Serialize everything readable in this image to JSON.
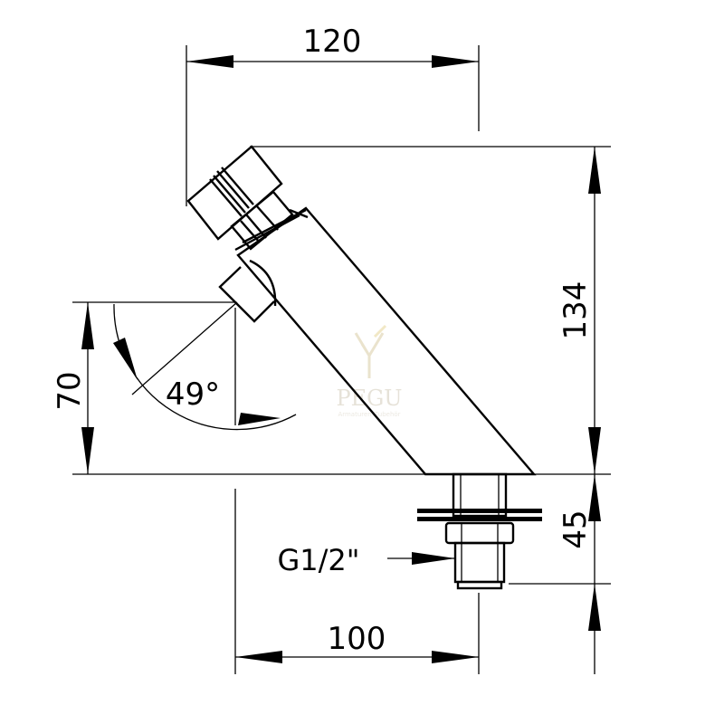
{
  "dimensions": {
    "top_width": "120",
    "total_height": "134",
    "outlet_height": "70",
    "thread_length": "45",
    "bottom_width": "100",
    "angle": "49°"
  },
  "callouts": {
    "thread": "G1/2\""
  },
  "watermark": {
    "brand": "PEGU",
    "tagline": "Armaturen Zubehör"
  }
}
